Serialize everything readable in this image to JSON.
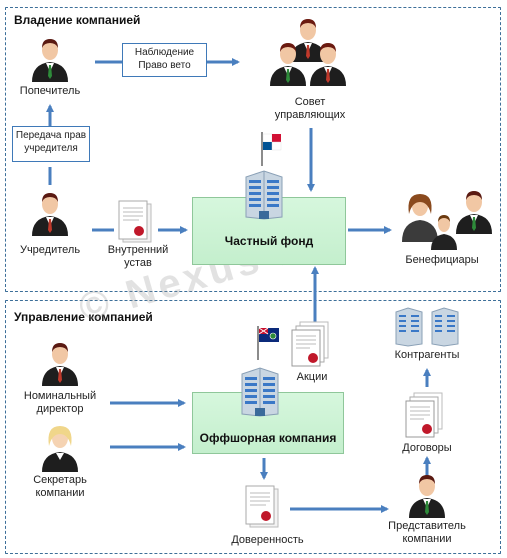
{
  "sections": {
    "ownership_title": "Владение компанией",
    "management_title": "Управление компанией"
  },
  "nodes": {
    "trustee": "Попечитель",
    "council": [
      "Совет",
      "управляющих"
    ],
    "founder": "Учредитель",
    "internal_charter": [
      "Внутренний",
      "устав"
    ],
    "private_fund": "Частный фонд",
    "beneficiaries": "Бенефициары",
    "nominee_director": [
      "Номинальный",
      "директор"
    ],
    "company_secretary": [
      "Секретарь",
      "компании"
    ],
    "shares": "Акции",
    "offshore_company": "Оффшорная компания",
    "counterparties": "Контрагенты",
    "contracts": "Договоры",
    "power_of_attorney": "Доверенность",
    "company_rep": [
      "Представитель",
      "компании"
    ]
  },
  "boxes": {
    "supervision": [
      "Наблюдение",
      "Право вето"
    ],
    "rights_transfer": [
      "Передача прав",
      "учредителя"
    ]
  },
  "watermark": "© Nexus Inc",
  "colors": {
    "arrow": "#4a7fbf",
    "border": "#3d6f99",
    "green_fill": "#cdf2d4"
  }
}
